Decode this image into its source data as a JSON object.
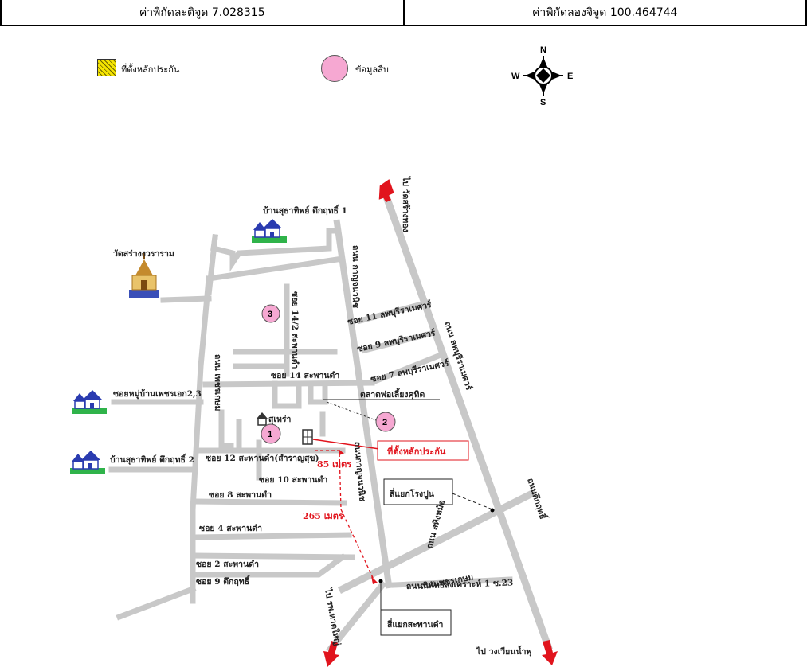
{
  "coordinates": {
    "latitude_label": "ค่าพิกัดละติจูด 7.028315",
    "longitude_label": "ค่าพิกัดลองจิจูด 100.464744"
  },
  "legend": {
    "collateral_label": "ที่ตั้งหลักประกัน",
    "survey_label": "ข้อมูลสืบ"
  },
  "compass": {
    "n": "N",
    "s": "S",
    "e": "E",
    "w": "W"
  },
  "places": {
    "village_top": "บ้านสุธาทิพย์ ตึกฤทธิ์ 1",
    "temple": "วัดสร่างงวราราม",
    "village_left1": "ซอยหมู่บ้านเพชรเอก2,3",
    "village_left2": "บ้านสุธาทิพย์ ตึกฤทธิ์ 2",
    "mosque": "สุเหร่า",
    "market": "ตลาดพ่อเลี้ยงคุทิด"
  },
  "streets": {
    "to_top": "ไป วัดสร้างทอง",
    "to_bottom_right": "ไป วงเวียนน้ำพุ",
    "to_bottom_left": "ไป รพ.หาดใหญ่",
    "kanchanawanit_1": "ถนน กาญจนวนิช",
    "kanchanawanit_2": "ถนนกาญจนวนิช",
    "phetkasem": "ถนน เพชรเกษม",
    "phetkasem_2": "ถนนเพชรเกษม",
    "sathing": "ถนน สทิงหม้อ",
    "soi_11": "ซอย 11 ลพบุรีราเมศวร์",
    "soi_9_lop": "ซอย 9 ลพบุรีราเมศวร์",
    "soi_7": "ซอย 7 ลพบุรีราเมศวร์",
    "lopburi": "ถนน ลพบุรีราเมศวร์",
    "soi_14": "ซอย 14 สะพานดำ",
    "soi_14_2": "ซอย 14/2 สะพานดำ",
    "soi_12": "ซอย 12 สะพานดำ(สำราญสุข)",
    "soi_10": "ซอย 10 สะพานดำ",
    "soi_8": "ซอย 8 สะพานดำ",
    "soi_4": "ซอย 4 สะพานดำ",
    "soi_2": "ซอย 2 สะพานดำ",
    "soi_9_tuek": "ซอย 9 ตึกฤทธิ์",
    "nipat": "ถนนนิพัทธ์สงเคราะห์ 1 ซ.23",
    "tuek_rit_road": "ถนนตึกฤทธิ์"
  },
  "intersections": {
    "rong_pun": "สี่แยกโรงปูน",
    "saphan_dam": "สี่แยกสะพานดำ"
  },
  "markers": {
    "collateral_callout": "ที่ตั้งหลักประกัน",
    "dist_85": "85 เมตร",
    "dist_265": "265 เมตร",
    "poi_1": "1",
    "poi_2": "2",
    "poi_3": "3"
  },
  "colors": {
    "road": "#c8c8c8",
    "accent_red": "#e1141d",
    "poi_pink": "#f6a8d2",
    "water": "#3a4fb8",
    "grass": "#2fb34a"
  },
  "icons": [
    "compass-icon",
    "house-icon",
    "temple-icon",
    "mosque-icon",
    "arrow-up-icon",
    "arrow-down-icon",
    "building-icon"
  ]
}
